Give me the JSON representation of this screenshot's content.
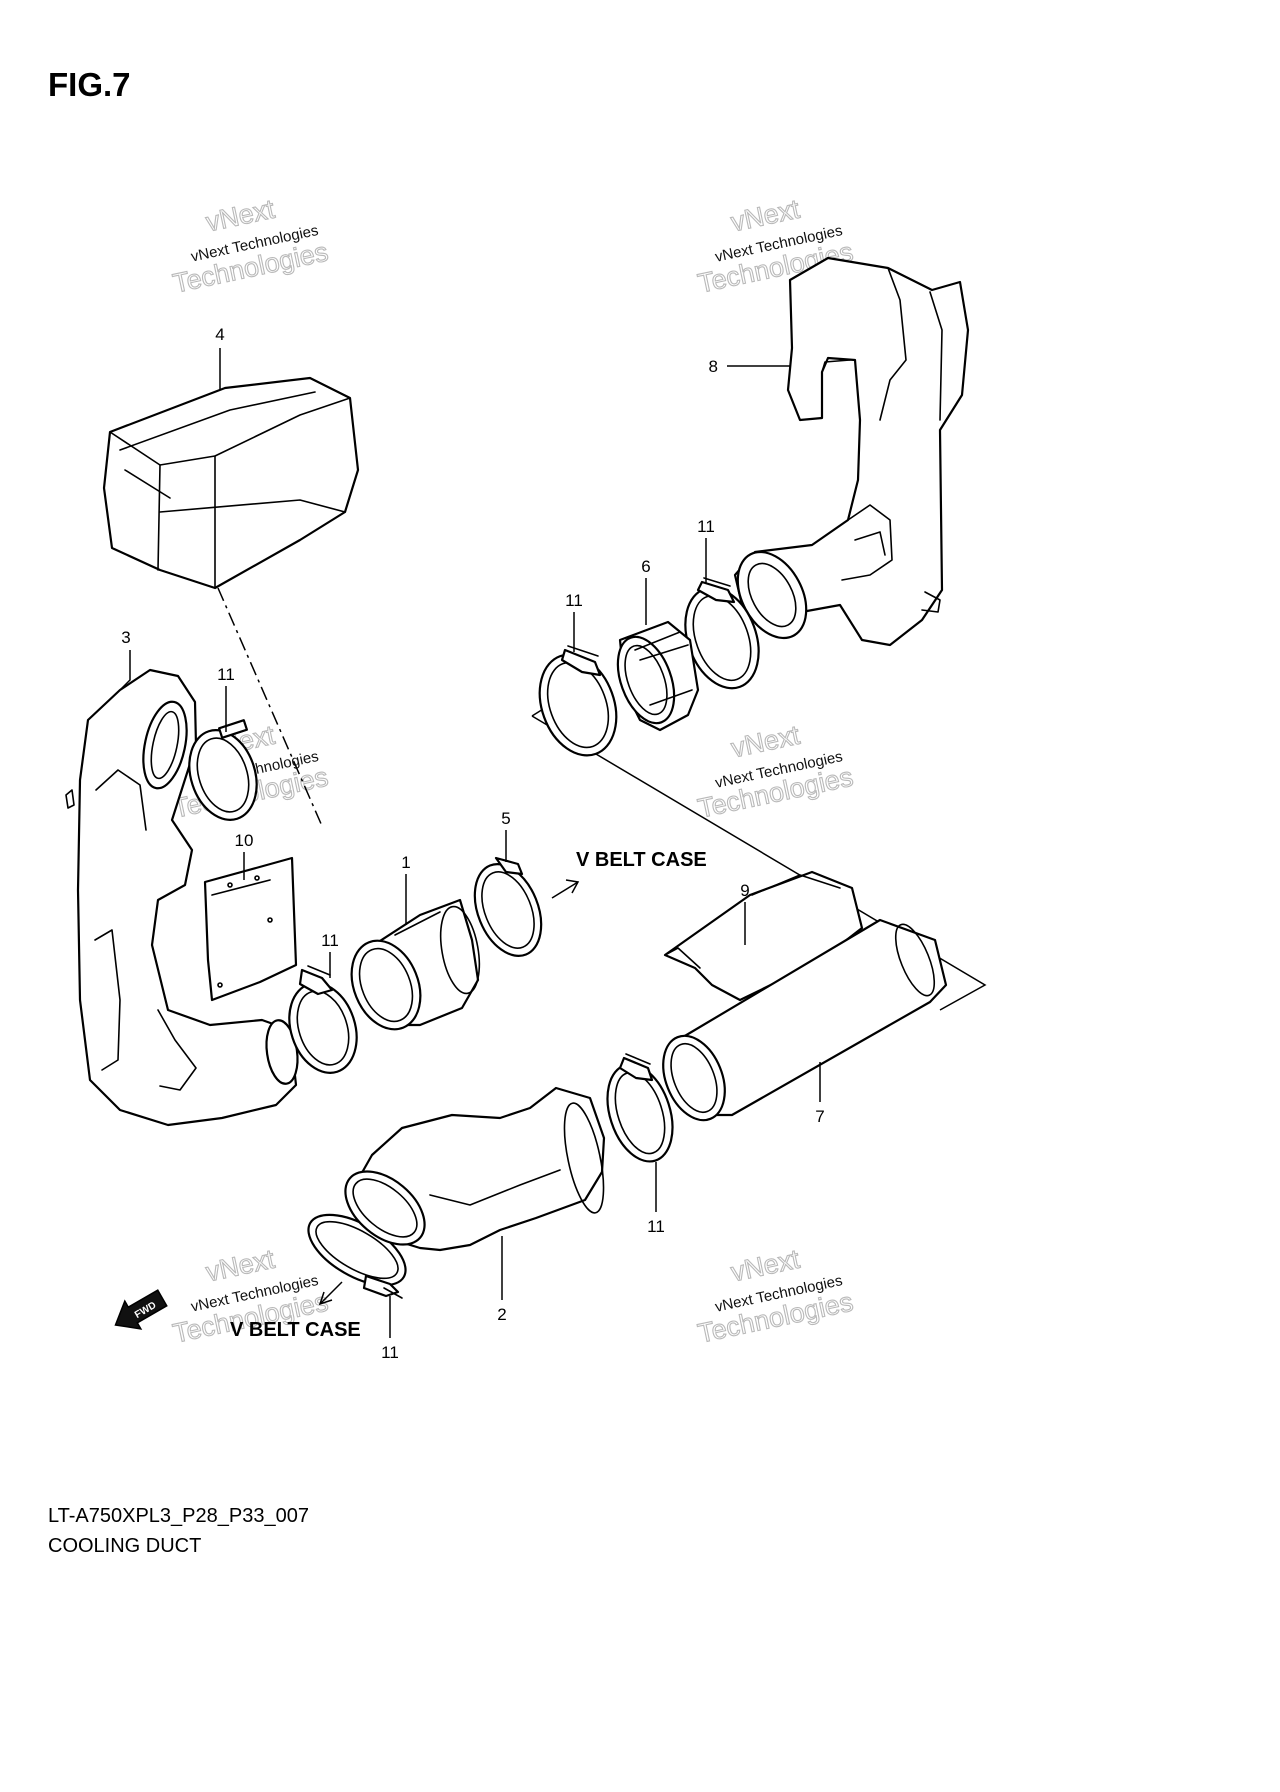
{
  "figure": {
    "label": "FIG.7"
  },
  "watermark": {
    "brand": "vNext",
    "line1": "vNext Technologies",
    "line2": "Technologies"
  },
  "callouts": {
    "duct_1": "1",
    "duct_2": "2",
    "duct_3": "3",
    "cover_4": "4",
    "clamp_5": "5",
    "boot_6": "6",
    "pipe_7": "7",
    "duct_8": "8",
    "shield_9": "9",
    "plate_10": "10",
    "clamp_11": "11"
  },
  "notes": {
    "v_belt_case_upper": "V BELT CASE",
    "v_belt_case_lower": "V BELT CASE",
    "fwd_arrow": "FWD"
  },
  "footer": {
    "code": "LT-A750XPL3_P28_P33_007",
    "caption": "COOLING DUCT"
  }
}
